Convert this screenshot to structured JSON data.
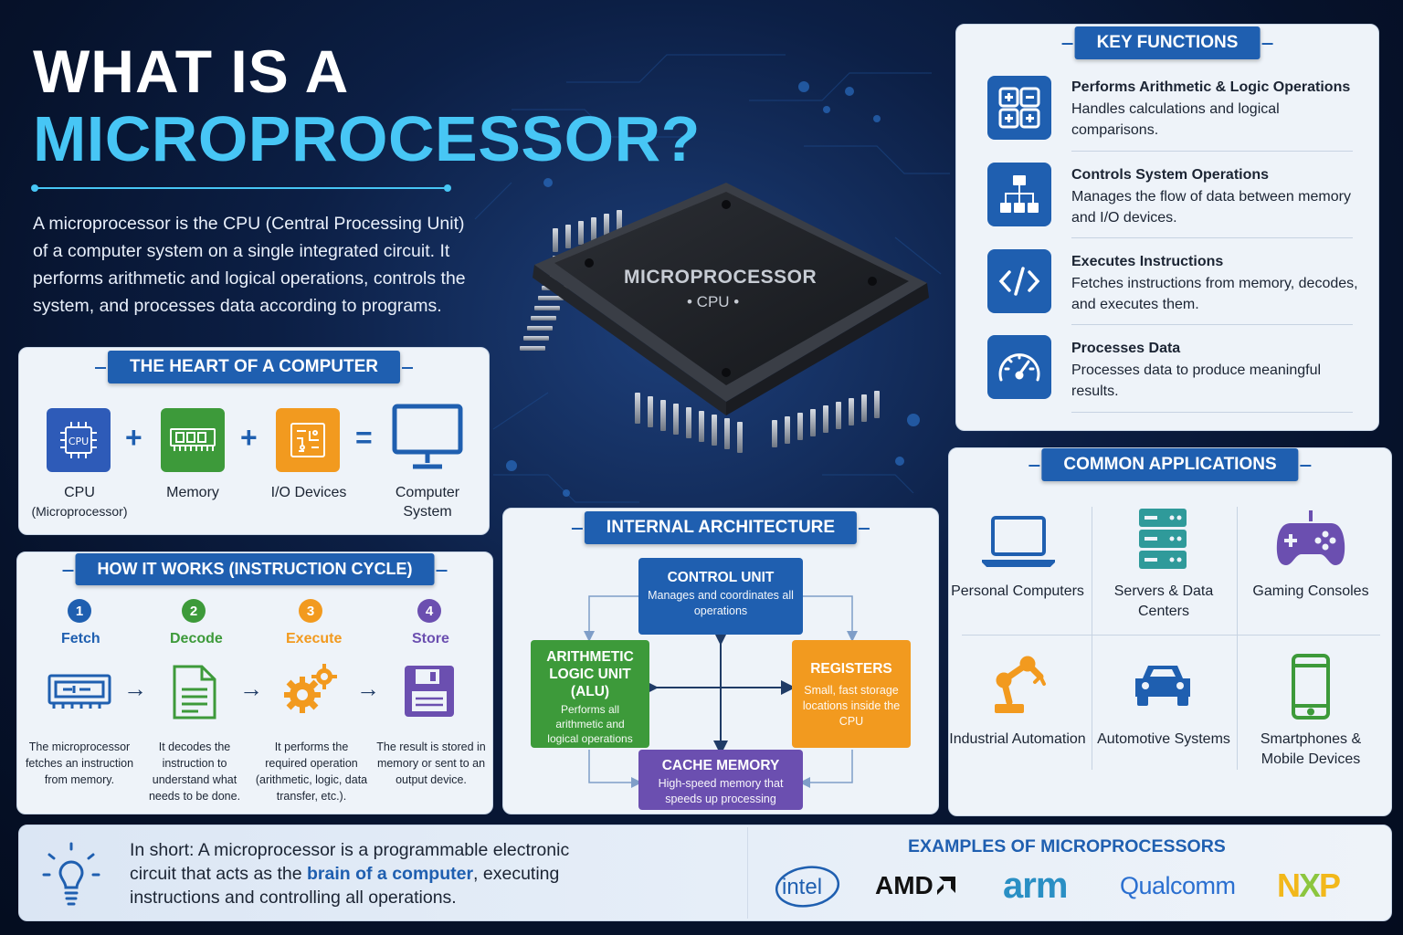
{
  "title": {
    "line1": "WHAT IS A",
    "line2": "MICROPROCESSOR?"
  },
  "intro": "A microprocessor is the CPU (Central Processing Unit) of a computer system on a single integrated circuit. It performs arithmetic and logical operations, controls the system, and processes data according to programs.",
  "chip": {
    "label": "MICROPROCESSOR",
    "sublabel": "• CPU •"
  },
  "heart": {
    "title": "THE HEART OF A COMPUTER",
    "items": [
      {
        "name": "CPU",
        "sub": "(Microprocessor)",
        "icon": "cpu-chip-icon",
        "color": "#2e5bb8"
      },
      {
        "name": "Memory",
        "sub": "",
        "icon": "memory-module-icon",
        "color": "#3d9a3a"
      },
      {
        "name": "I/O Devices",
        "sub": "",
        "icon": "io-board-icon",
        "color": "#f29a1f"
      },
      {
        "name": "Computer",
        "sub": "System",
        "icon": "monitor-icon",
        "color": "#1f5fb0"
      }
    ],
    "ops": [
      "+",
      "+",
      "="
    ]
  },
  "cycle": {
    "title": "HOW IT WORKS (INSTRUCTION CYCLE)",
    "steps": [
      {
        "num": "1",
        "label": "Fetch",
        "color": "#1f5fb0",
        "icon": "memory-chip-icon",
        "desc": "The microprocessor fetches an instruction from memory."
      },
      {
        "num": "2",
        "label": "Decode",
        "color": "#3d9a3a",
        "icon": "document-icon",
        "desc": "It decodes the instruction to understand what needs to be done."
      },
      {
        "num": "3",
        "label": "Execute",
        "color": "#f29a1f",
        "icon": "gears-icon",
        "desc": "It performs the required operation (arithmetic, logic, data transfer, etc.)."
      },
      {
        "num": "4",
        "label": "Store",
        "color": "#6b4fb0",
        "icon": "floppy-disk-icon",
        "desc": "The result is stored in memory or sent to an output device."
      }
    ]
  },
  "architecture": {
    "title": "INTERNAL ARCHITECTURE",
    "control": {
      "title": "CONTROL UNIT",
      "desc": "Manages and coordinates all operations",
      "color": "#1f5fb0"
    },
    "alu": {
      "title": "ARITHMETIC LOGIC UNIT (ALU)",
      "desc": "Performs all arithmetic and logical operations",
      "color": "#3d9a3a"
    },
    "registers": {
      "title": "REGISTERS",
      "desc": "Small, fast storage locations inside the CPU",
      "color": "#f29a1f"
    },
    "cache": {
      "title": "CACHE MEMORY",
      "desc": "High-speed memory that speeds up processing",
      "color": "#6b4fb0"
    }
  },
  "key_functions": {
    "title": "KEY FUNCTIONS",
    "items": [
      {
        "title": "Performs Arithmetic & Logic Operations",
        "desc": "Handles calculations and logical comparisons.",
        "icon": "calculator-icon"
      },
      {
        "title": "Controls System Operations",
        "desc": "Manages the flow of data between memory and I/O devices.",
        "icon": "hierarchy-icon"
      },
      {
        "title": "Executes Instructions",
        "desc": "Fetches instructions from memory, decodes, and executes them.",
        "icon": "code-icon"
      },
      {
        "title": "Processes Data",
        "desc": "Processes data to produce meaningful results.",
        "icon": "speedometer-icon"
      }
    ]
  },
  "applications": {
    "title": "COMMON APPLICATIONS",
    "items": [
      {
        "label": "Personal Computers",
        "icon": "laptop-icon"
      },
      {
        "label": "Servers & Data Centers",
        "icon": "server-icon"
      },
      {
        "label": "Gaming Consoles",
        "icon": "gamepad-icon"
      },
      {
        "label": "Industrial Automation",
        "icon": "robot-arm-icon"
      },
      {
        "label": "Automotive Systems",
        "icon": "car-icon"
      },
      {
        "label": "Smartphones & Mobile Devices",
        "icon": "smartphone-icon"
      }
    ]
  },
  "summary": {
    "prefix": "In short: A microprocessor is a programmable electronic circuit that acts as the ",
    "highlight": "brain of a computer",
    "suffix": ", executing instructions and controlling all operations."
  },
  "examples": {
    "title": "EXAMPLES OF MICROPROCESSORS",
    "logos": [
      "intel",
      "AMD",
      "arm",
      "Qualcomm",
      "NXP"
    ]
  },
  "colors": {
    "primary": "#1f5fb0",
    "accent": "#47c6f5",
    "green": "#3d9a3a",
    "orange": "#f29a1f",
    "purple": "#6b4fb0"
  }
}
